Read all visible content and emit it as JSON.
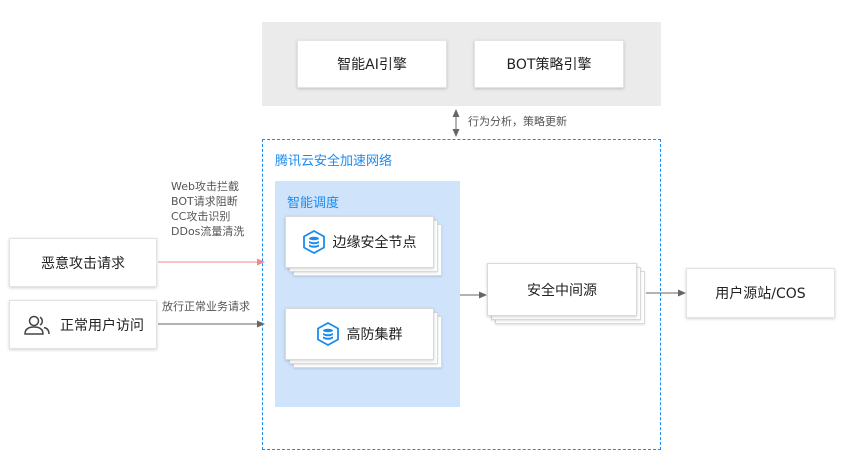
{
  "engines": {
    "ai_engine": "智能AI引擎",
    "bot_engine": "BOT策略引擎"
  },
  "sync_label": "行为分析，策略更新",
  "network_title": "腾讯云安全加速网络",
  "scheduling_title": "智能调度",
  "nodes": {
    "edge": "边缘安全节点",
    "anti_ddos": "高防集群"
  },
  "origin_middle": "安全中间源",
  "user_origin": "用户源站/COS",
  "clients": {
    "malicious": "恶意攻击请求",
    "normal": "正常用户访问"
  },
  "protections": [
    "Web攻击拦截",
    "BOT请求阻断",
    "CC攻击识别",
    "DDos流量清洗"
  ],
  "normal_pass_label": "放行正常业务请求",
  "colors": {
    "accent_blue": "#1a8cf0",
    "attack_line": "#f08a8a",
    "panel_gray": "#ebebeb",
    "schedule_bg": "#cfe4fb"
  },
  "icons": {
    "edge": "database-hexagon-icon",
    "anti_ddos": "database-hexagon-icon",
    "normal_user": "users-icon"
  }
}
